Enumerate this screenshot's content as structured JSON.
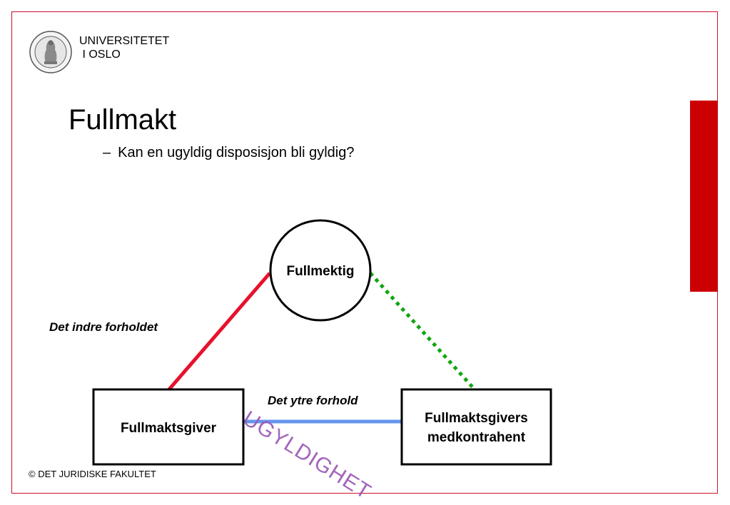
{
  "header": {
    "university_line1": "UNIVERSITETET",
    "university_line2": " I OSLO"
  },
  "slide": {
    "title": "Fullmakt",
    "bullet": "Kan en ugyldig disposisjon bli gyldig?"
  },
  "diagram": {
    "node_top": "Fullmektig",
    "node_left": "Fullmaktsgiver",
    "node_right_line1": "Fullmaktsgivers",
    "node_right_line2": "medkontrahent",
    "edge_left_label": "Det indre forholdet",
    "edge_bottom_label": "Det ytre forhold",
    "stamp": "UGYLDIGHET",
    "colors": {
      "inner_edge": "#e8112d",
      "outer_edge": "#6495ed",
      "dotted_edge": "#11a611",
      "stamp": "#9b59b6"
    }
  },
  "footer": {
    "text": "© DET JURIDISKE FAKULTET"
  }
}
